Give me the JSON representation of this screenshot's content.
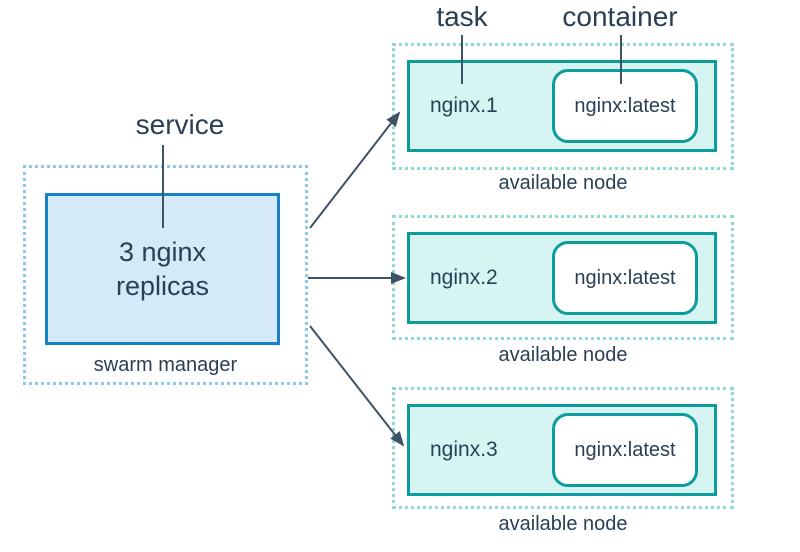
{
  "labels": {
    "service": "service",
    "task": "task",
    "container": "container"
  },
  "swarm_manager": {
    "service_name_line1": "3 nginx",
    "service_name_line2": "replicas",
    "caption": "swarm manager"
  },
  "nodes": [
    {
      "task_name": "nginx.1",
      "container_image": "nginx:latest",
      "caption": "available node"
    },
    {
      "task_name": "nginx.2",
      "container_image": "nginx:latest",
      "caption": "available node"
    },
    {
      "task_name": "nginx.3",
      "container_image": "nginx:latest",
      "caption": "available node"
    }
  ],
  "colors": {
    "service_box_border": "#1681c4",
    "service_box_fill": "#d4eaf9",
    "manager_dotted_border": "#8ec7ec",
    "task_box_border": "#0b9c9e",
    "task_box_fill": "#d5f4f2",
    "node_dotted_border": "#8ed9d9",
    "container_box_fill": "#ffffff",
    "text": "#2a3f55",
    "arrow": "#3e5266"
  }
}
